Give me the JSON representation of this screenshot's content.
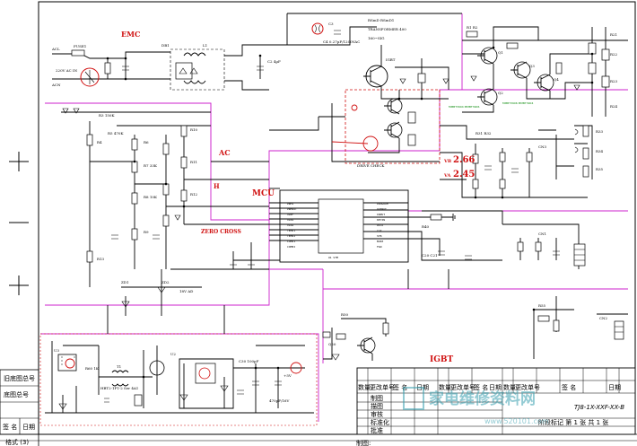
{
  "sections": {
    "emc": "EMC",
    "ac": "AC",
    "h": "H",
    "zero_cross": "ZERO CROSS",
    "mcu": "MCU",
    "igbt": "IGBT"
  },
  "voltages": {
    "vb": "VB",
    "vb_value": "2.66",
    "va": "VA",
    "va_value": "2.45"
  },
  "title_block": {
    "left_labels": [
      "旧底图总号",
      "底图总号",
      "签  名",
      "日期"
    ],
    "bottom_left": "格式 (3)",
    "header_row": [
      "数量",
      "更改单号",
      "签  名",
      "日期",
      "数量",
      "更改单号",
      "签  名",
      "日期",
      "数量",
      "更改单号",
      "签  名",
      "日期"
    ],
    "rows": [
      "制图",
      "描图",
      "审核",
      "标准化",
      "批准"
    ],
    "drawing_no": "TJ8-1X-XXF-XX-B",
    "sheet_text": "阶段标记  第 1 张 共 1 张",
    "bottom_row": "制图:",
    "watermark": "家电维修资料网",
    "watermark_url": "www.520101.com"
  },
  "colors": {
    "section_label": "#d01010",
    "zone_border": "#cc22cc",
    "wire": "#000000"
  }
}
